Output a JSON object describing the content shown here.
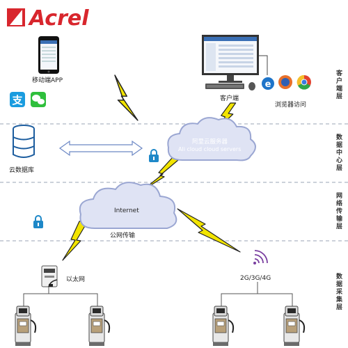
{
  "brand": {
    "name": "Acrel",
    "color": "#d8262d"
  },
  "layers": [
    {
      "label": "客户端层"
    },
    {
      "label": "数据中心层"
    },
    {
      "label": "网络传输层"
    },
    {
      "label": "数据采集层"
    }
  ],
  "nodes": {
    "mobile_app": "移动端APP",
    "client": "客户端",
    "browser_access": "浏览器访问",
    "cloud_server_cn": "阿里云服务器",
    "cloud_server_en": "Ali cloud  cloud servers",
    "cloud_db": "云数据库",
    "internet": "Internet",
    "public_net": "公网传输",
    "ethernet": "以太网",
    "wireless": "2G/3G/4G"
  },
  "colors": {
    "cloud_fill": "#dfe3f4",
    "cloud_stroke": "#9aa6d2",
    "bolt": "#f2e400",
    "divider": "#9aa3b4",
    "db_blue": "#1b5c9e",
    "lock": "#1e88c8"
  }
}
